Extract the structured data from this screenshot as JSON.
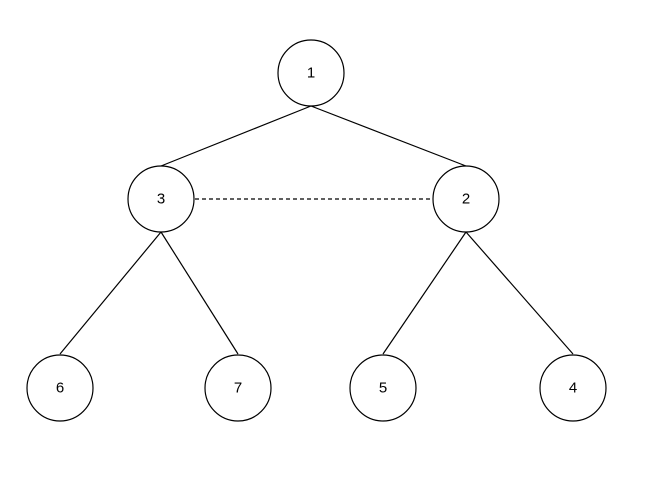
{
  "tree": {
    "nodes": [
      {
        "id": "n1",
        "label": "1"
      },
      {
        "id": "n3",
        "label": "3"
      },
      {
        "id": "n2",
        "label": "2"
      },
      {
        "id": "n6",
        "label": "6"
      },
      {
        "id": "n7",
        "label": "7"
      },
      {
        "id": "n5",
        "label": "5"
      },
      {
        "id": "n4",
        "label": "4"
      }
    ],
    "edges": [
      {
        "from": "n1",
        "to": "n3",
        "style": "solid"
      },
      {
        "from": "n1",
        "to": "n2",
        "style": "solid"
      },
      {
        "from": "n3",
        "to": "n6",
        "style": "solid"
      },
      {
        "from": "n3",
        "to": "n7",
        "style": "solid"
      },
      {
        "from": "n2",
        "to": "n5",
        "style": "solid"
      },
      {
        "from": "n2",
        "to": "n4",
        "style": "solid"
      },
      {
        "from": "n3",
        "to": "n2",
        "style": "dashed"
      }
    ]
  }
}
